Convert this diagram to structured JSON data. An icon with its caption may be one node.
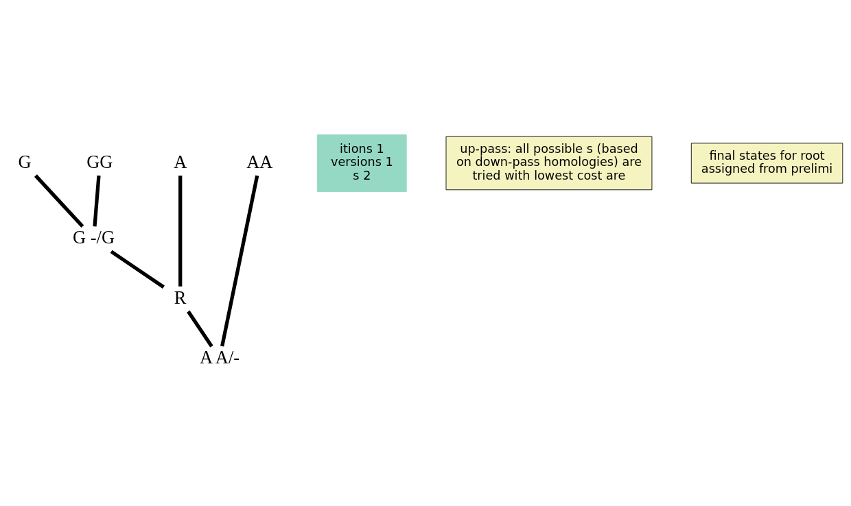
{
  "diagram": {
    "nodes": [
      {
        "text": [
          "G"
        ]
      },
      {
        "text": [
          "GG"
        ]
      },
      {
        "text": [
          "A"
        ]
      },
      {
        "text": [
          "AA"
        ]
      },
      {
        "text": [
          "G -/G"
        ]
      },
      {
        "text": [
          "R"
        ]
      },
      {
        "text": [
          "A A/-"
        ]
      },
      {
        "text": [
          "itions 1",
          "versions 1",
          "s 2"
        ]
      },
      {
        "text": [
          "up-pass: all possible s (based on down-pass homologies) are tried with lowest cost are"
        ]
      },
      {
        "text": [
          "final states for root assigned from prelimi"
        ]
      }
    ],
    "edges": [
      {
        "from": 0,
        "to": 4,
        "arrow": "none"
      },
      {
        "from": 1,
        "to": 4,
        "arrow": "none"
      },
      {
        "from": 4,
        "to": 5,
        "arrow": "none"
      },
      {
        "from": 2,
        "to": 5,
        "arrow": "none"
      },
      {
        "from": 5,
        "to": 6,
        "arrow": "none"
      },
      {
        "from": 3,
        "to": 6,
        "arrow": "none"
      }
    ]
  }
}
